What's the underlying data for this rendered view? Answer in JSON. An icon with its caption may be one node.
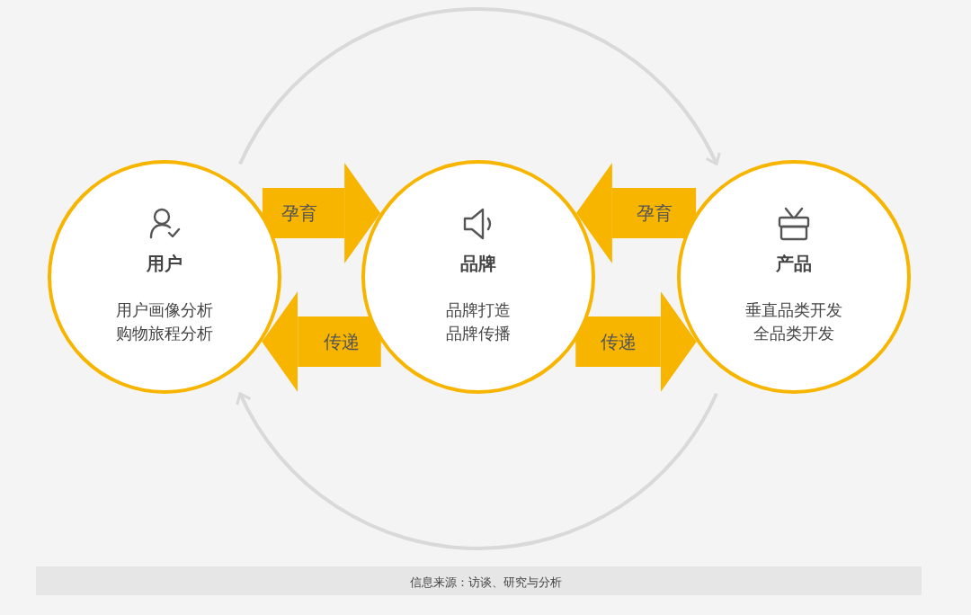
{
  "diagram": {
    "nodes": [
      {
        "text": [
          "用户",
          "用户画像分析购物旅程分析"
        ]
      },
      {
        "text": [
          "品牌",
          "品牌打造品牌传播"
        ]
      },
      {
        "text": [
          "产品",
          "垂直品类开发全品类开发"
        ]
      }
    ],
    "edges": [
      {
        "from": 0,
        "to": 1,
        "arrow": "to",
        "label": "孕育"
      },
      {
        "from": 2,
        "to": 1,
        "arrow": "to",
        "label": "孕育"
      },
      {
        "from": 1,
        "to": 0,
        "arrow": "to",
        "label": "传递"
      },
      {
        "from": 1,
        "to": 2,
        "arrow": "to",
        "label": "传递"
      },
      {
        "from": 0,
        "to": 2,
        "arrow": "to",
        "color": "#d9d9d9"
      },
      {
        "from": 2,
        "to": 0,
        "arrow": "to",
        "color": "#d9d9d9"
      }
    ],
    "labels": [
      "信息来源：访谈、研究与分析"
    ]
  }
}
